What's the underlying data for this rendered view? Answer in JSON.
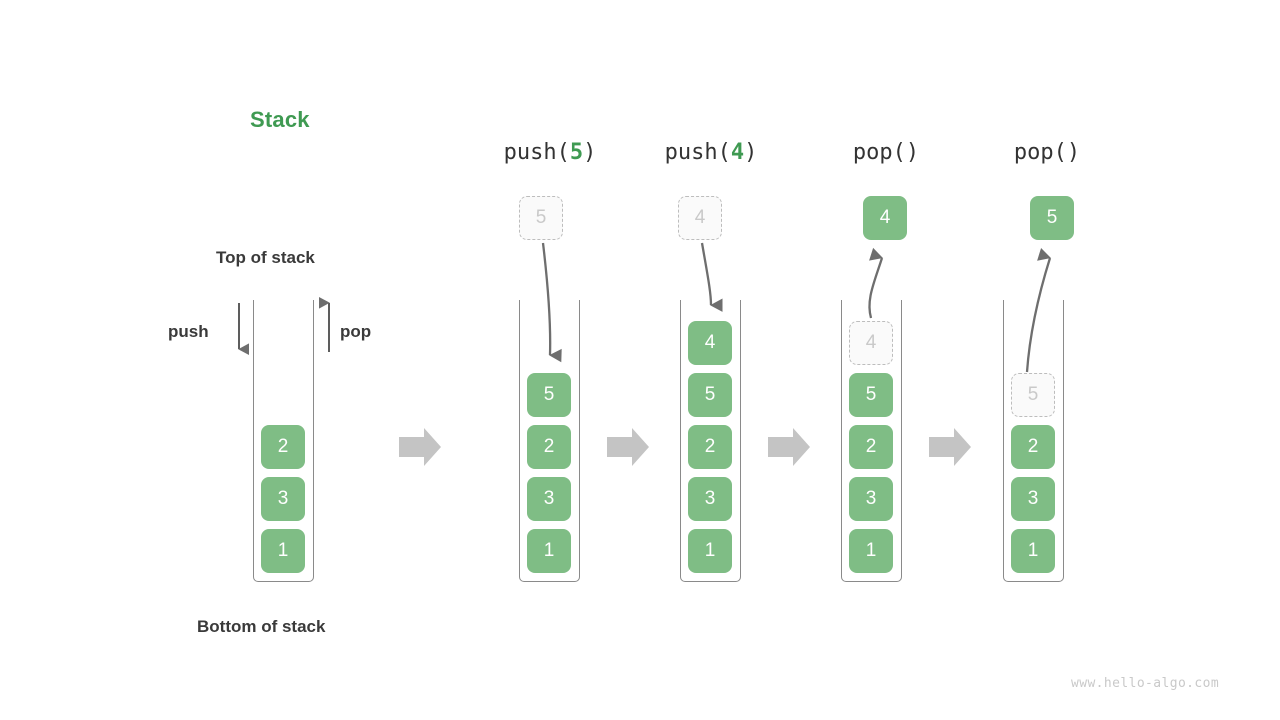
{
  "title": "Stack",
  "labels": {
    "top_of_stack": "Top of stack",
    "bottom_of_stack": "Bottom of stack",
    "push": "push",
    "pop": "pop"
  },
  "watermark": "www.hello-algo.com",
  "colors": {
    "accent_green": "#3f9a52",
    "cell_green": "#7fbd85",
    "ghost_border": "#bdbdbd",
    "ghost_text": "#c9c9c9",
    "container_stroke": "#8a8a8a",
    "transition_arrow": "#c4c4c4",
    "text_dark": "#3a3a3a"
  },
  "columns": [
    {
      "name": "initial",
      "header": "",
      "header_arg": "",
      "stack": [
        "2",
        "3",
        "1"
      ],
      "ghost_in_stack": null,
      "floating_cell": null,
      "floating_cell_state": null
    },
    {
      "name": "push-5",
      "header_prefix": "push(",
      "header_arg": "5",
      "header_suffix": ")",
      "stack": [
        "5",
        "2",
        "3",
        "1"
      ],
      "ghost_in_stack": null,
      "floating_cell": "5",
      "floating_cell_state": "ghost"
    },
    {
      "name": "push-4",
      "header_prefix": "push(",
      "header_arg": "4",
      "header_suffix": ")",
      "stack": [
        "4",
        "5",
        "2",
        "3",
        "1"
      ],
      "ghost_in_stack": null,
      "floating_cell": "4",
      "floating_cell_state": "ghost"
    },
    {
      "name": "pop-1",
      "header_prefix": "pop(",
      "header_arg": "",
      "header_suffix": ")",
      "stack": [
        "4",
        "5",
        "2",
        "3",
        "1"
      ],
      "ghost_in_stack": "4",
      "floating_cell": "4",
      "floating_cell_state": "solid"
    },
    {
      "name": "pop-2",
      "header_prefix": "pop(",
      "header_arg": "",
      "header_suffix": ")",
      "stack": [
        "5",
        "2",
        "3",
        "1"
      ],
      "ghost_in_stack": "5",
      "floating_cell": "5",
      "floating_cell_state": "solid"
    }
  ],
  "transition_arrows": 4
}
